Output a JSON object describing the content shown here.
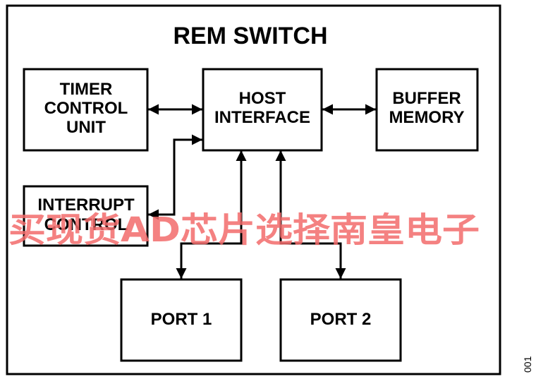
{
  "diagram": {
    "title": "REM SWITCH",
    "blocks": {
      "timer": [
        "TIMER",
        "CONTROL",
        "UNIT"
      ],
      "host": [
        "HOST",
        "INTERFACE"
      ],
      "buffer": [
        "BUFFER",
        "MEMORY"
      ],
      "interrupt": [
        "INTERRUPT",
        "CONTROL"
      ],
      "port1": "PORT 1",
      "port2": "PORT 2"
    },
    "figure_number": "001"
  },
  "watermark": "买现货AD芯片选择南皇电子",
  "colors": {
    "watermark": "#f26b6b",
    "line": "#000000"
  }
}
